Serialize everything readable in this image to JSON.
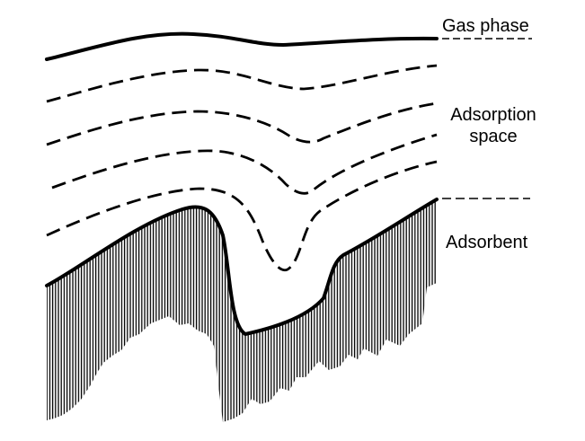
{
  "labels": {
    "gas_phase": "Gas phase",
    "adsorption_space_line1": "Adsorption",
    "adsorption_space_line2": "space",
    "adsorbent": "Adsorbent"
  },
  "colors": {
    "ink": "#000000",
    "background": "#ffffff"
  }
}
